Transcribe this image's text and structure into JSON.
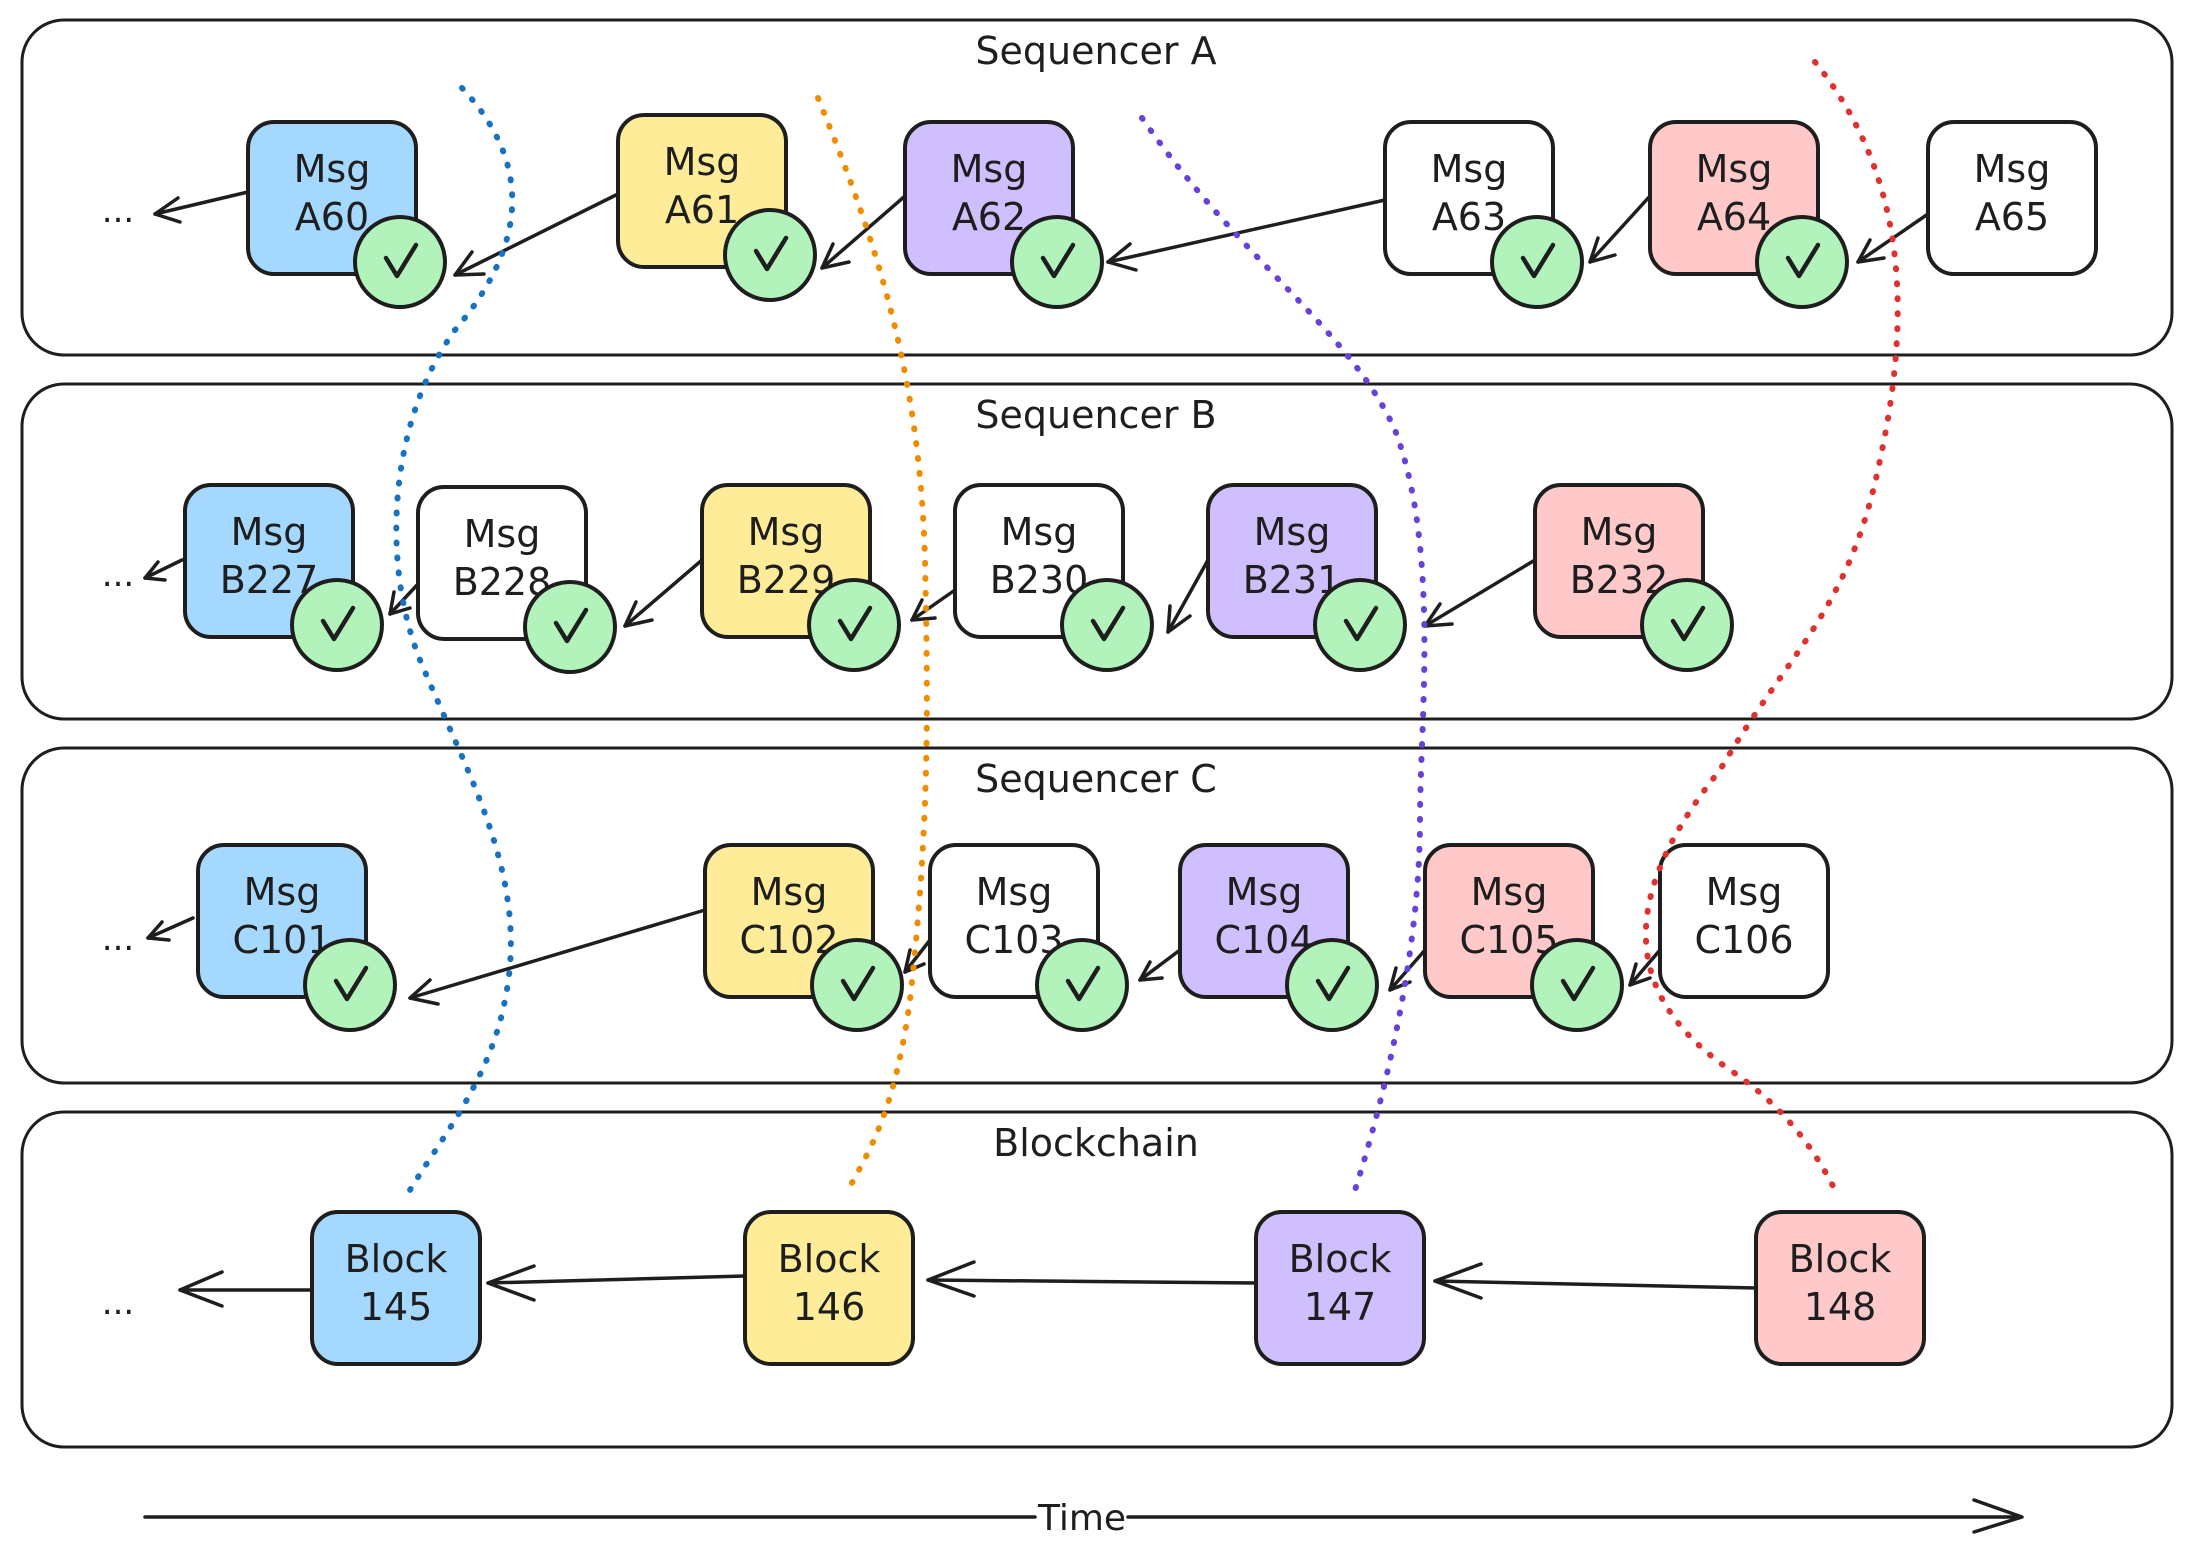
{
  "colors": {
    "blue": "#a5d8ff",
    "yellow": "#ffec99",
    "purple": "#d0bfff",
    "red": "#ffc9c9",
    "white": "#ffffff",
    "check": "#b2f2bb",
    "blue_line": "#1971c2",
    "orange_line": "#f08c00",
    "purple_line": "#6741d9",
    "red_line": "#e03131"
  },
  "ellipsis": "...",
  "lanes": [
    {
      "title": "Sequencer A",
      "nodes": [
        {
          "line1": "Msg",
          "line2": "A60",
          "color": "blue",
          "checked": true
        },
        {
          "line1": "Msg",
          "line2": "A61",
          "color": "yellow",
          "checked": true
        },
        {
          "line1": "Msg",
          "line2": "A62",
          "color": "purple",
          "checked": true
        },
        {
          "line1": "Msg",
          "line2": "A63",
          "color": "white",
          "checked": true
        },
        {
          "line1": "Msg",
          "line2": "A64",
          "color": "red",
          "checked": true
        },
        {
          "line1": "Msg",
          "line2": "A65",
          "color": "white",
          "checked": false
        }
      ]
    },
    {
      "title": "Sequencer B",
      "nodes": [
        {
          "line1": "Msg",
          "line2": "B227",
          "color": "blue",
          "checked": true
        },
        {
          "line1": "Msg",
          "line2": "B228",
          "color": "white",
          "checked": true
        },
        {
          "line1": "Msg",
          "line2": "B229",
          "color": "yellow",
          "checked": true
        },
        {
          "line1": "Msg",
          "line2": "B230",
          "color": "white",
          "checked": true
        },
        {
          "line1": "Msg",
          "line2": "B231",
          "color": "purple",
          "checked": true
        },
        {
          "line1": "Msg",
          "line2": "B232",
          "color": "red",
          "checked": true
        }
      ]
    },
    {
      "title": "Sequencer C",
      "nodes": [
        {
          "line1": "Msg",
          "line2": "C101",
          "color": "blue",
          "checked": true
        },
        {
          "line1": "Msg",
          "line2": "C102",
          "color": "yellow",
          "checked": true
        },
        {
          "line1": "Msg",
          "line2": "C103",
          "color": "white",
          "checked": true
        },
        {
          "line1": "Msg",
          "line2": "C104",
          "color": "purple",
          "checked": true
        },
        {
          "line1": "Msg",
          "line2": "C105",
          "color": "red",
          "checked": true
        },
        {
          "line1": "Msg",
          "line2": "C106",
          "color": "white",
          "checked": false
        }
      ]
    },
    {
      "title": "Blockchain",
      "nodes": [
        {
          "line1": "Block",
          "line2": "145",
          "color": "blue",
          "checked": false
        },
        {
          "line1": "Block",
          "line2": "146",
          "color": "yellow",
          "checked": false
        },
        {
          "line1": "Block",
          "line2": "147",
          "color": "purple",
          "checked": false
        },
        {
          "line1": "Block",
          "line2": "148",
          "color": "red",
          "checked": false
        }
      ]
    }
  ],
  "time_label": "Time"
}
